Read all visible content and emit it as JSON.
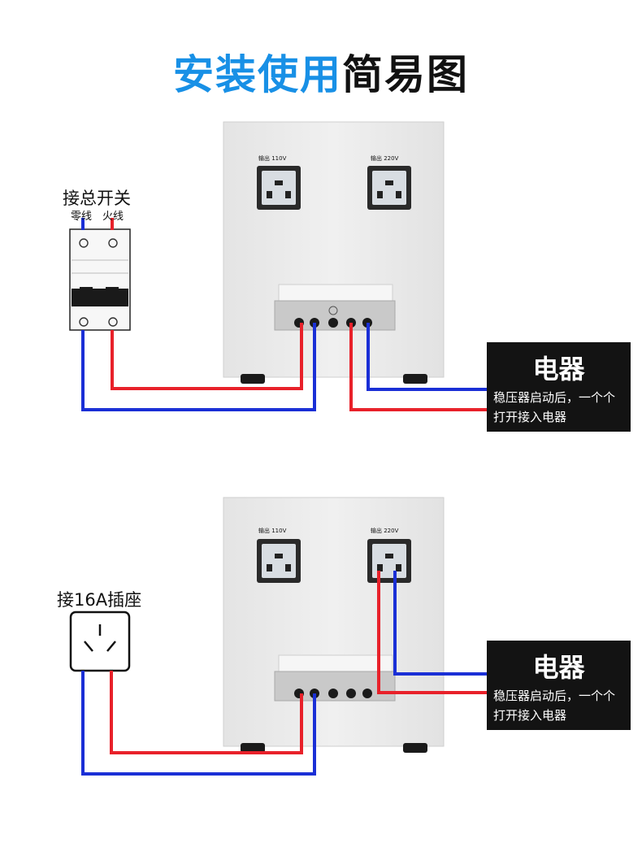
{
  "title": {
    "part1": "安装使用",
    "part2": "简易图"
  },
  "diagram1": {
    "source_label": "接总开关",
    "neutral_label": "零线",
    "live_label": "火线",
    "out_110_label": "输出 110V",
    "out_220_label": "输出 220V",
    "appliance": {
      "title": "电器",
      "desc": "稳压器启动后，一个个打开接入电器"
    }
  },
  "diagram2": {
    "source_label": "接16A插座",
    "out_110_label": "输出 110V",
    "out_220_label": "输出 220V",
    "appliance": {
      "title": "电器",
      "desc": "稳压器启动后，一个个打开接入电器"
    }
  },
  "colors": {
    "title_blue": "#1890e6",
    "wire_live": "#e8212a",
    "wire_neutral": "#1a2fd6",
    "panel": "#ebebeb"
  },
  "icons": [
    "breaker-icon",
    "wall-socket-icon",
    "universal-outlet-icon",
    "terminal-block-icon"
  ]
}
